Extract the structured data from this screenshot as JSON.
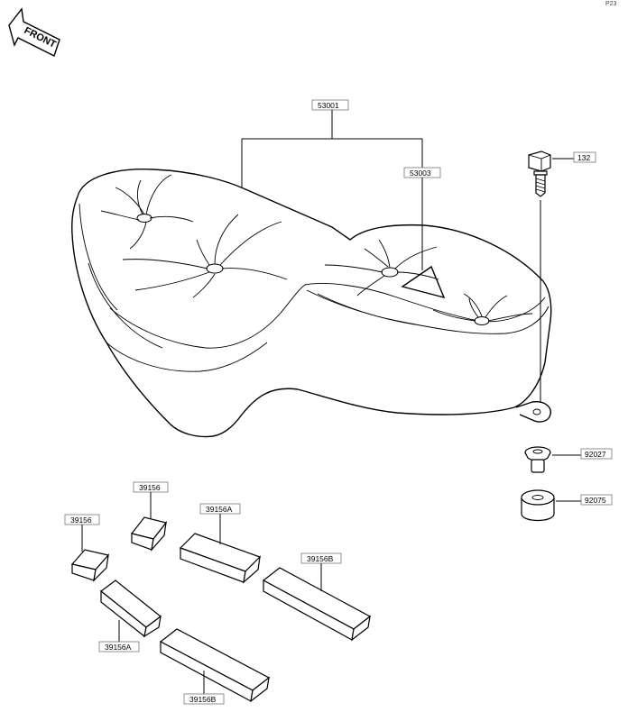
{
  "corner_code": "P23",
  "front_indicator": {
    "label": "FRONT"
  },
  "parts": [
    {
      "id": "seat_assy",
      "number": "53001"
    },
    {
      "id": "seat_rear",
      "number": "53003"
    },
    {
      "id": "bolt",
      "number": "132"
    },
    {
      "id": "collar",
      "number": "92027"
    },
    {
      "id": "damper",
      "number": "92075"
    },
    {
      "id": "pad_a",
      "number": "39156"
    },
    {
      "id": "pad_b",
      "number": "39156"
    },
    {
      "id": "pad_c",
      "number": "39156A"
    },
    {
      "id": "pad_d",
      "number": "39156A"
    },
    {
      "id": "pad_e",
      "number": "39156B"
    },
    {
      "id": "pad_f",
      "number": "39156B"
    }
  ]
}
